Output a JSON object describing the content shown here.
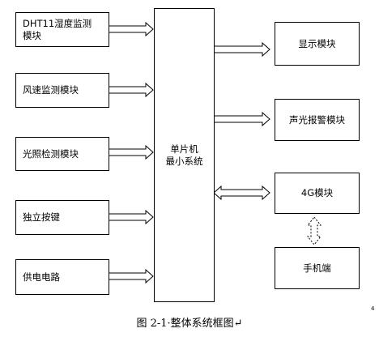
{
  "inputs": [
    "DHT11湿度监测模块",
    "风速监测模块",
    "光照检测模块",
    "独立按键",
    "供电电路"
  ],
  "mcu": {
    "line1": "单片机",
    "line2": "最小系统"
  },
  "outputs": [
    "显示模块",
    "声光报警模块",
    "4G模块",
    "手机端"
  ],
  "caption": "图 2-1·整体系统框图↵",
  "page_mark": "4"
}
